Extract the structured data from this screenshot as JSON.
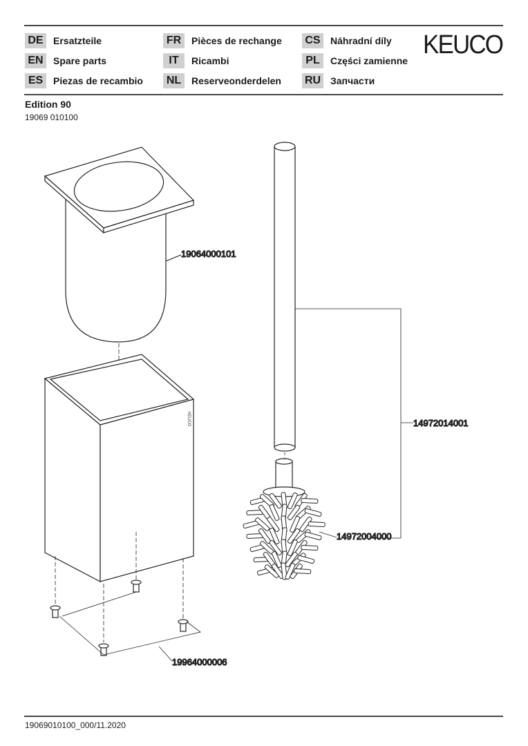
{
  "header": {
    "languages": [
      {
        "code": "DE",
        "label": "Ersatzteile"
      },
      {
        "code": "EN",
        "label": "Spare parts"
      },
      {
        "code": "ES",
        "label": "Piezas de recambio"
      },
      {
        "code": "FR",
        "label": "Pièces de rechange"
      },
      {
        "code": "IT",
        "label": "Ricambi"
      },
      {
        "code": "NL",
        "label": "Reserveonderdelen"
      },
      {
        "code": "CS",
        "label": "Náhradní díly"
      },
      {
        "code": "PL",
        "label": "Części zamienne"
      },
      {
        "code": "RU",
        "label": "Запчасти"
      }
    ],
    "logo": "KEUCO"
  },
  "product": {
    "name": "Edition 90",
    "article_number": "19069 010100"
  },
  "parts": {
    "insert": "19064000101",
    "handle": "14972014001",
    "brush_head": "14972004000",
    "feet": "19964000006",
    "box_mark": "KEUCO"
  },
  "footer": {
    "doc_id": "19069010100_000/11.2020"
  }
}
